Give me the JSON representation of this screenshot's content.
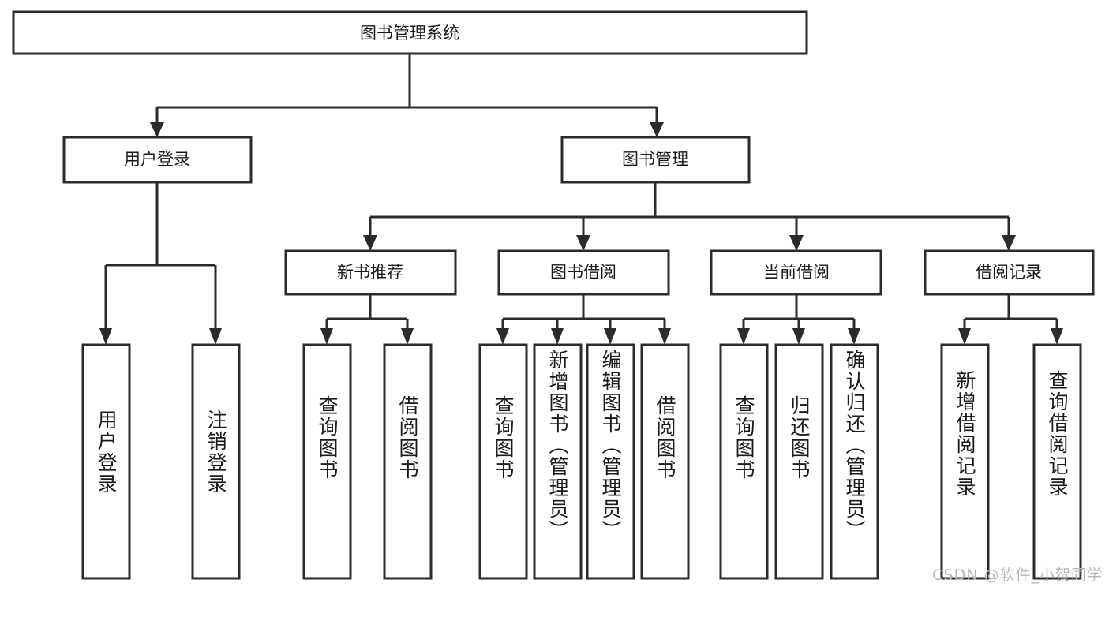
{
  "diagram": {
    "type": "tree-hierarchy",
    "orientation": "top-down",
    "root": {
      "id": "root",
      "label": "图书管理系统"
    },
    "level2": [
      {
        "id": "user-login",
        "label": "用户登录"
      },
      {
        "id": "book-management",
        "label": "图书管理"
      }
    ],
    "level3": [
      {
        "id": "new-book-recommend",
        "label": "新书推荐",
        "parent": "book-management"
      },
      {
        "id": "book-borrow",
        "label": "图书借阅",
        "parent": "book-management"
      },
      {
        "id": "current-borrow",
        "label": "当前借阅",
        "parent": "book-management"
      },
      {
        "id": "borrow-record",
        "label": "借阅记录",
        "parent": "book-management"
      }
    ],
    "leaves": {
      "user-login": [
        {
          "id": "leaf-user-login",
          "label": "用户登录"
        },
        {
          "id": "leaf-user-logout",
          "label": "注销登录"
        }
      ],
      "new-book-recommend": [
        {
          "id": "leaf-query-book-1",
          "label": "查询图书"
        },
        {
          "id": "leaf-borrow-book-1",
          "label": "借阅图书"
        }
      ],
      "book-borrow": [
        {
          "id": "leaf-query-book-2",
          "label": "查询图书"
        },
        {
          "id": "leaf-add-book",
          "label": "新增图书（管理员）"
        },
        {
          "id": "leaf-edit-book",
          "label": "编辑图书（管理员）"
        },
        {
          "id": "leaf-borrow-book-2",
          "label": "借阅图书"
        }
      ],
      "current-borrow": [
        {
          "id": "leaf-query-book-3",
          "label": "查询图书"
        },
        {
          "id": "leaf-return-book",
          "label": "归还图书"
        },
        {
          "id": "leaf-confirm-return",
          "label": "确认归还（管理员）"
        }
      ],
      "borrow-record": [
        {
          "id": "leaf-add-record",
          "label": "新增借阅记录"
        },
        {
          "id": "leaf-query-record",
          "label": "查询借阅记录"
        }
      ]
    },
    "colors": {
      "stroke": "#2b2b2b",
      "fill": "#ffffff",
      "text": "#1a1a1a",
      "watermark": "#b8b8b8"
    }
  },
  "watermark": {
    "text": "CSDN @软件_小贺同学"
  }
}
